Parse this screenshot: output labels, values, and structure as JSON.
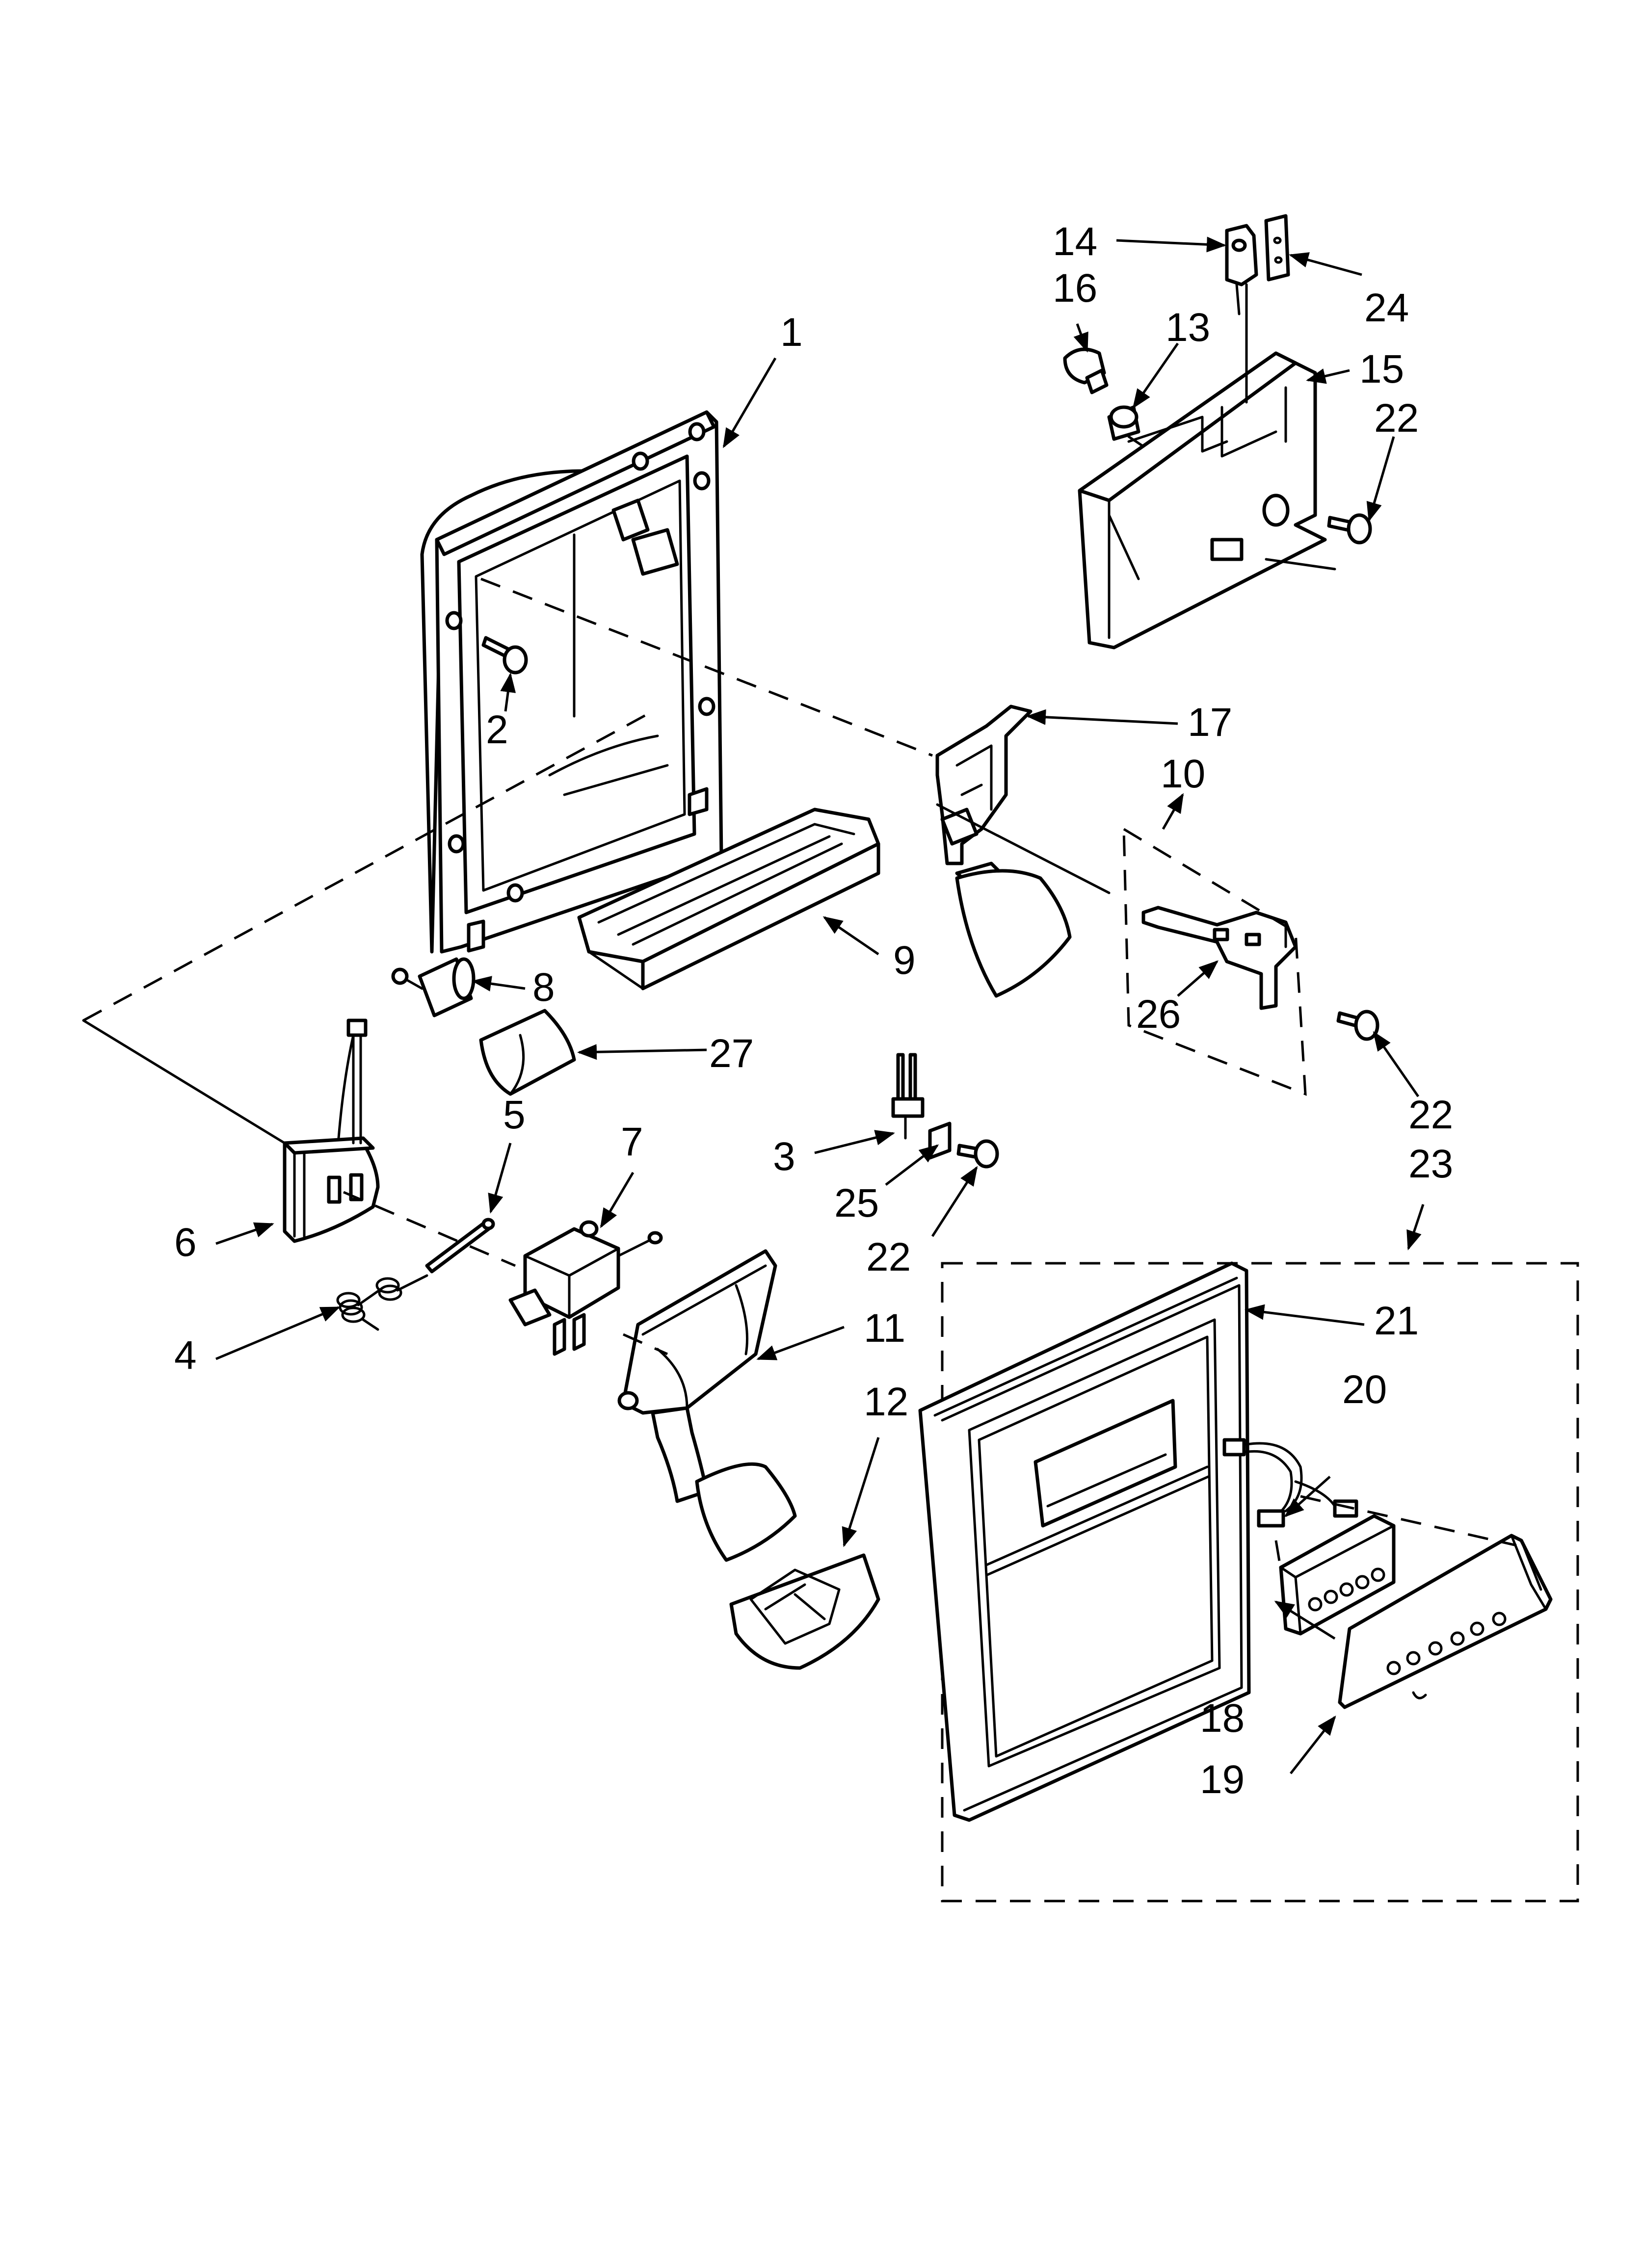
{
  "callouts": {
    "c1": "1",
    "c2": "2",
    "c3": "3",
    "c4": "4",
    "c5": "5",
    "c6": "6",
    "c7": "7",
    "c8": "8",
    "c9": "9",
    "c10": "10",
    "c11": "11",
    "c12": "12",
    "c13": "13",
    "c14": "14",
    "c15": "15",
    "c16": "16",
    "c17": "17",
    "c18": "18",
    "c19": "19",
    "c20": "20",
    "c21": "21",
    "c22a": "22",
    "c22b": "22",
    "c22c": "22",
    "c23": "23",
    "c24": "24",
    "c25": "25",
    "c26": "26",
    "c27": "27"
  }
}
